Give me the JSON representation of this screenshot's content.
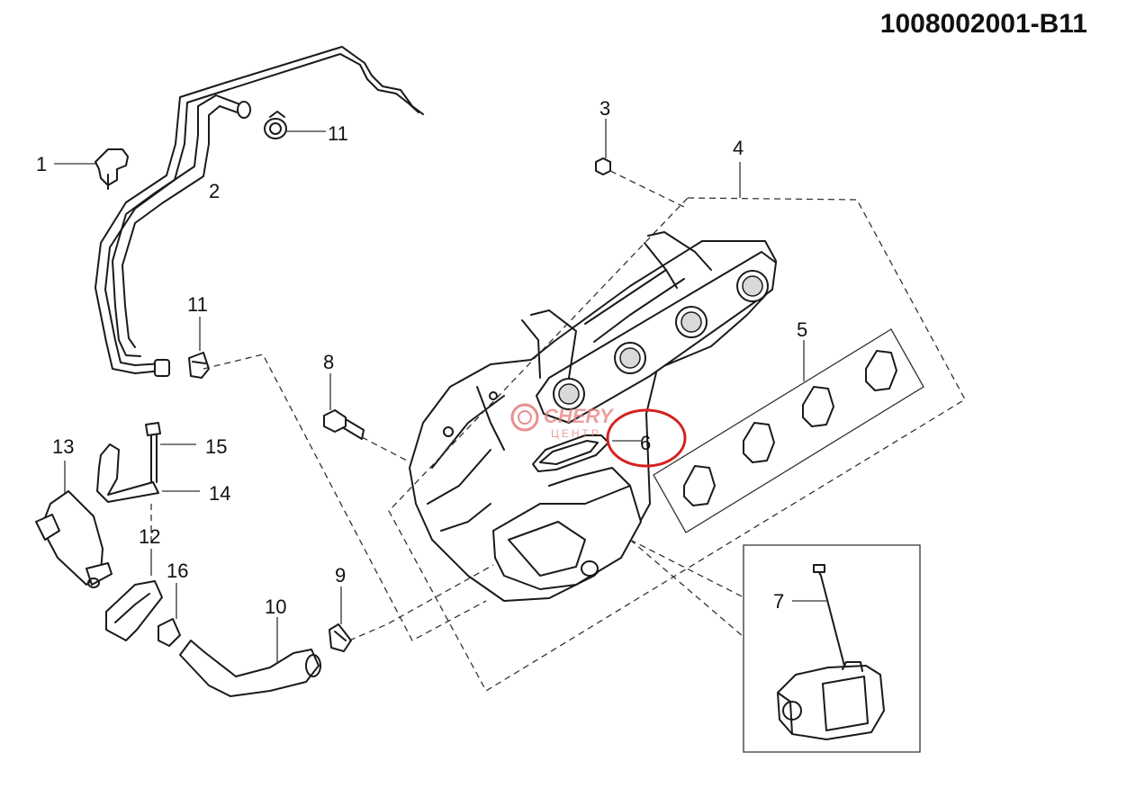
{
  "title": "1008002001-B11",
  "watermark": {
    "line1": "CHERY",
    "line2": "ЦЕНТР",
    "color": "#e06a6a"
  },
  "highlight_color": "#d62020",
  "callouts": [
    "1",
    "2",
    "3",
    "4",
    "5",
    "6",
    "7",
    "8",
    "9",
    "10",
    "11",
    "11",
    "12",
    "13",
    "14",
    "15",
    "16"
  ]
}
